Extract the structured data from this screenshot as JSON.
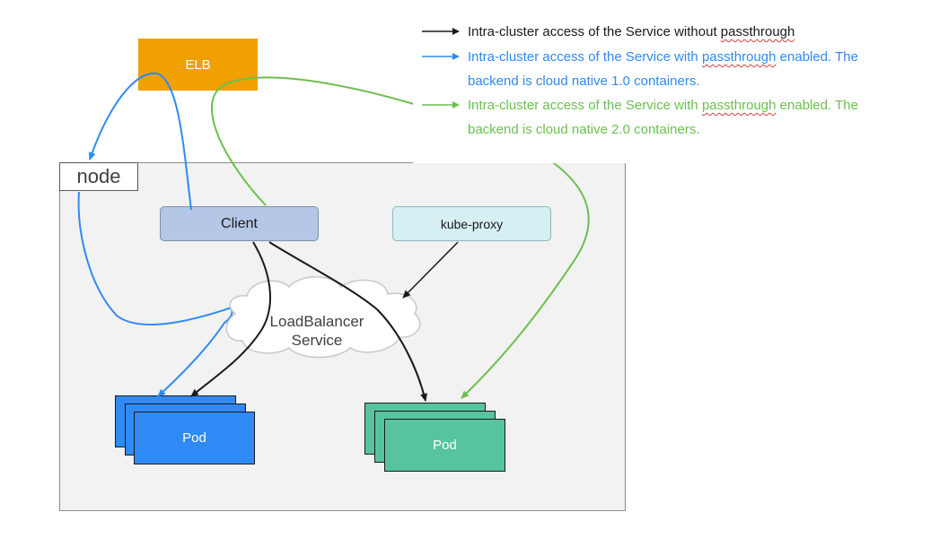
{
  "colors": {
    "black_arrow": "#1a1a1a",
    "blue_arrow": "#2f8af5",
    "green_arrow": "#6cbf4f",
    "elb": "#f0a000",
    "client": "#b4c7e7",
    "kube_proxy": "#d5eff3",
    "pod_blue": "#2f8af5",
    "pod_green": "#58c49e"
  },
  "elb": {
    "label": "ELB"
  },
  "node": {
    "label": "node"
  },
  "client": {
    "label": "Client"
  },
  "kube_proxy": {
    "label": "kube-proxy"
  },
  "load_balancer": {
    "line1": "LoadBalancer",
    "line2": "Service"
  },
  "pods": {
    "blue_label": "Pod",
    "green_label": "Pod"
  },
  "legend": {
    "black": {
      "before": "Intra-cluster access of the Service without ",
      "underlined": "passthrough",
      "after": ""
    },
    "blue": {
      "before": "Intra-cluster access of the Service with ",
      "underlined": "passthrough",
      "after": " enabled. The",
      "line2": "backend is cloud native 1.0 containers."
    },
    "green": {
      "before": "Intra-cluster access of the Service with ",
      "underlined": "passthrough",
      "after": " enabled. The",
      "line2": "backend is cloud native 2.0 containers."
    }
  }
}
